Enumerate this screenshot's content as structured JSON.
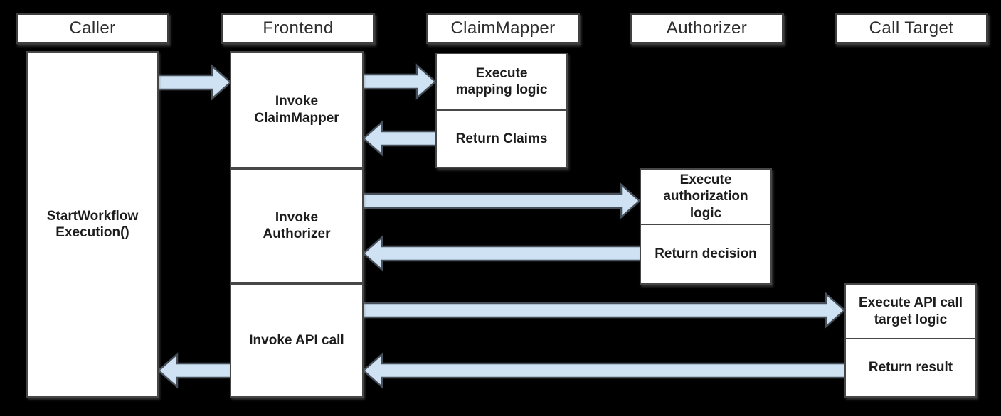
{
  "lanes": [
    {
      "label": "Caller"
    },
    {
      "label": "Frontend"
    },
    {
      "label": "ClaimMapper"
    },
    {
      "label": "Authorizer"
    },
    {
      "label": "Call Target"
    }
  ],
  "steps": {
    "caller_task": "StartWorkflow\nExecution()",
    "invoke_claimmapper": "Invoke\nClaimMapper",
    "invoke_authorizer": "Invoke\nAuthorizer",
    "invoke_api_call": "Invoke API call",
    "execute_mapping_logic": "Execute\nmapping logic",
    "return_claims": "Return Claims",
    "execute_authorization_logic": "Execute\nauthorization\nlogic",
    "return_decision": "Return decision",
    "execute_api_call_target_logic": "Execute API call\ntarget logic",
    "return_result": "Return result"
  },
  "colors": {
    "background": "#000000",
    "box_fill": "#ffffff",
    "box_border": "#474747",
    "arrow_fill": "#cfe2f3",
    "arrow_stroke": "#47505a"
  }
}
